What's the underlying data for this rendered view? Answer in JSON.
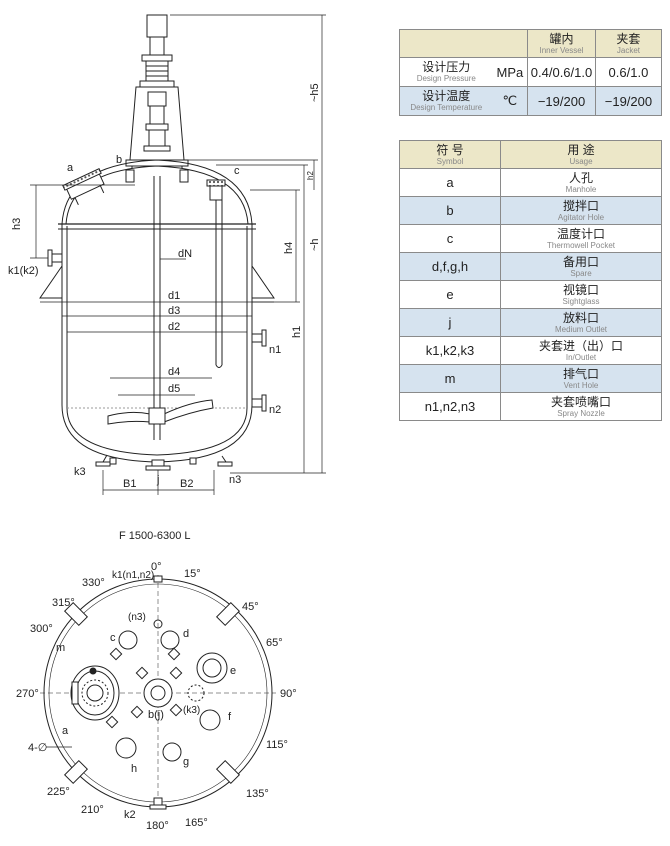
{
  "drawing_labels": {
    "a": "a",
    "b": "b",
    "c": "c",
    "h3": "h3",
    "h4": "h4",
    "h1": "h1",
    "h": "~h",
    "h5": "~h5",
    "h2": "h2",
    "k1k2": "k1(k2)",
    "dN": "dN",
    "d1": "d1",
    "d3": "d3",
    "d2": "d2",
    "d4": "d4",
    "d5": "d5",
    "n1": "n1",
    "n2": "n2",
    "k3": "k3",
    "n3": "n3",
    "B1": "B1",
    "j": "j",
    "B2": "B2"
  },
  "plan_view": {
    "model": "F 1500-6300 L",
    "angles": {
      "a0": "0°",
      "a15": "15°",
      "a45": "45°",
      "a65": "65°",
      "a90": "90°",
      "a115": "115°",
      "a135": "135°",
      "a165": "165°",
      "a180": "180°",
      "a210": "210°",
      "a225": "225°",
      "a270": "270°",
      "a300": "300°",
      "a315": "315°",
      "a330": "330°"
    },
    "labels": {
      "k1n": "k1(n1,n2)",
      "n3": "(n3)",
      "c": "c",
      "d": "d",
      "m": "m",
      "e": "e",
      "a": "a",
      "bj": "b(j)",
      "k3": "(k3)",
      "f": "f",
      "h": "h",
      "g": "g",
      "k2": "k2",
      "legs": "4-∅"
    }
  },
  "design_table": {
    "col_inner_cn": "罐内",
    "col_inner_en": "Inner Vessel",
    "col_jacket_cn": "夹套",
    "col_jacket_en": "Jacket",
    "rows": [
      {
        "cn": "设计压力",
        "en": "Design Pressure",
        "unit": "MPa",
        "inner": "0.4/0.6/1.0",
        "jacket": "0.6/1.0"
      },
      {
        "cn": "设计温度",
        "en": "Design Temperature",
        "unit": "℃",
        "inner": "−19/200",
        "jacket": "−19/200"
      }
    ]
  },
  "nozzle_table": {
    "col_symbol_cn": "符 号",
    "col_symbol_en": "Symbol",
    "col_usage_cn": "用 途",
    "col_usage_en": "Usage",
    "rows": [
      {
        "symbol": "a",
        "cn": "人孔",
        "en": "Manhole"
      },
      {
        "symbol": "b",
        "cn": "搅拌口",
        "en": "Agitator Hole"
      },
      {
        "symbol": "c",
        "cn": "温度计口",
        "en": "Thermowell Pocket"
      },
      {
        "symbol": "d,f,g,h",
        "cn": "备用口",
        "en": "Spare"
      },
      {
        "symbol": "e",
        "cn": "视镜口",
        "en": "Sightglass"
      },
      {
        "symbol": "j",
        "cn": "放料口",
        "en": "Medium Outlet"
      },
      {
        "symbol": "k1,k2,k3",
        "cn": "夹套进（出）口",
        "en": "In/Outlet"
      },
      {
        "symbol": "m",
        "cn": "排气口",
        "en": "Vent Hole"
      },
      {
        "symbol": "n1,n2,n3",
        "cn": "夹套喷嘴口",
        "en": "Spray Nozzle"
      }
    ]
  }
}
